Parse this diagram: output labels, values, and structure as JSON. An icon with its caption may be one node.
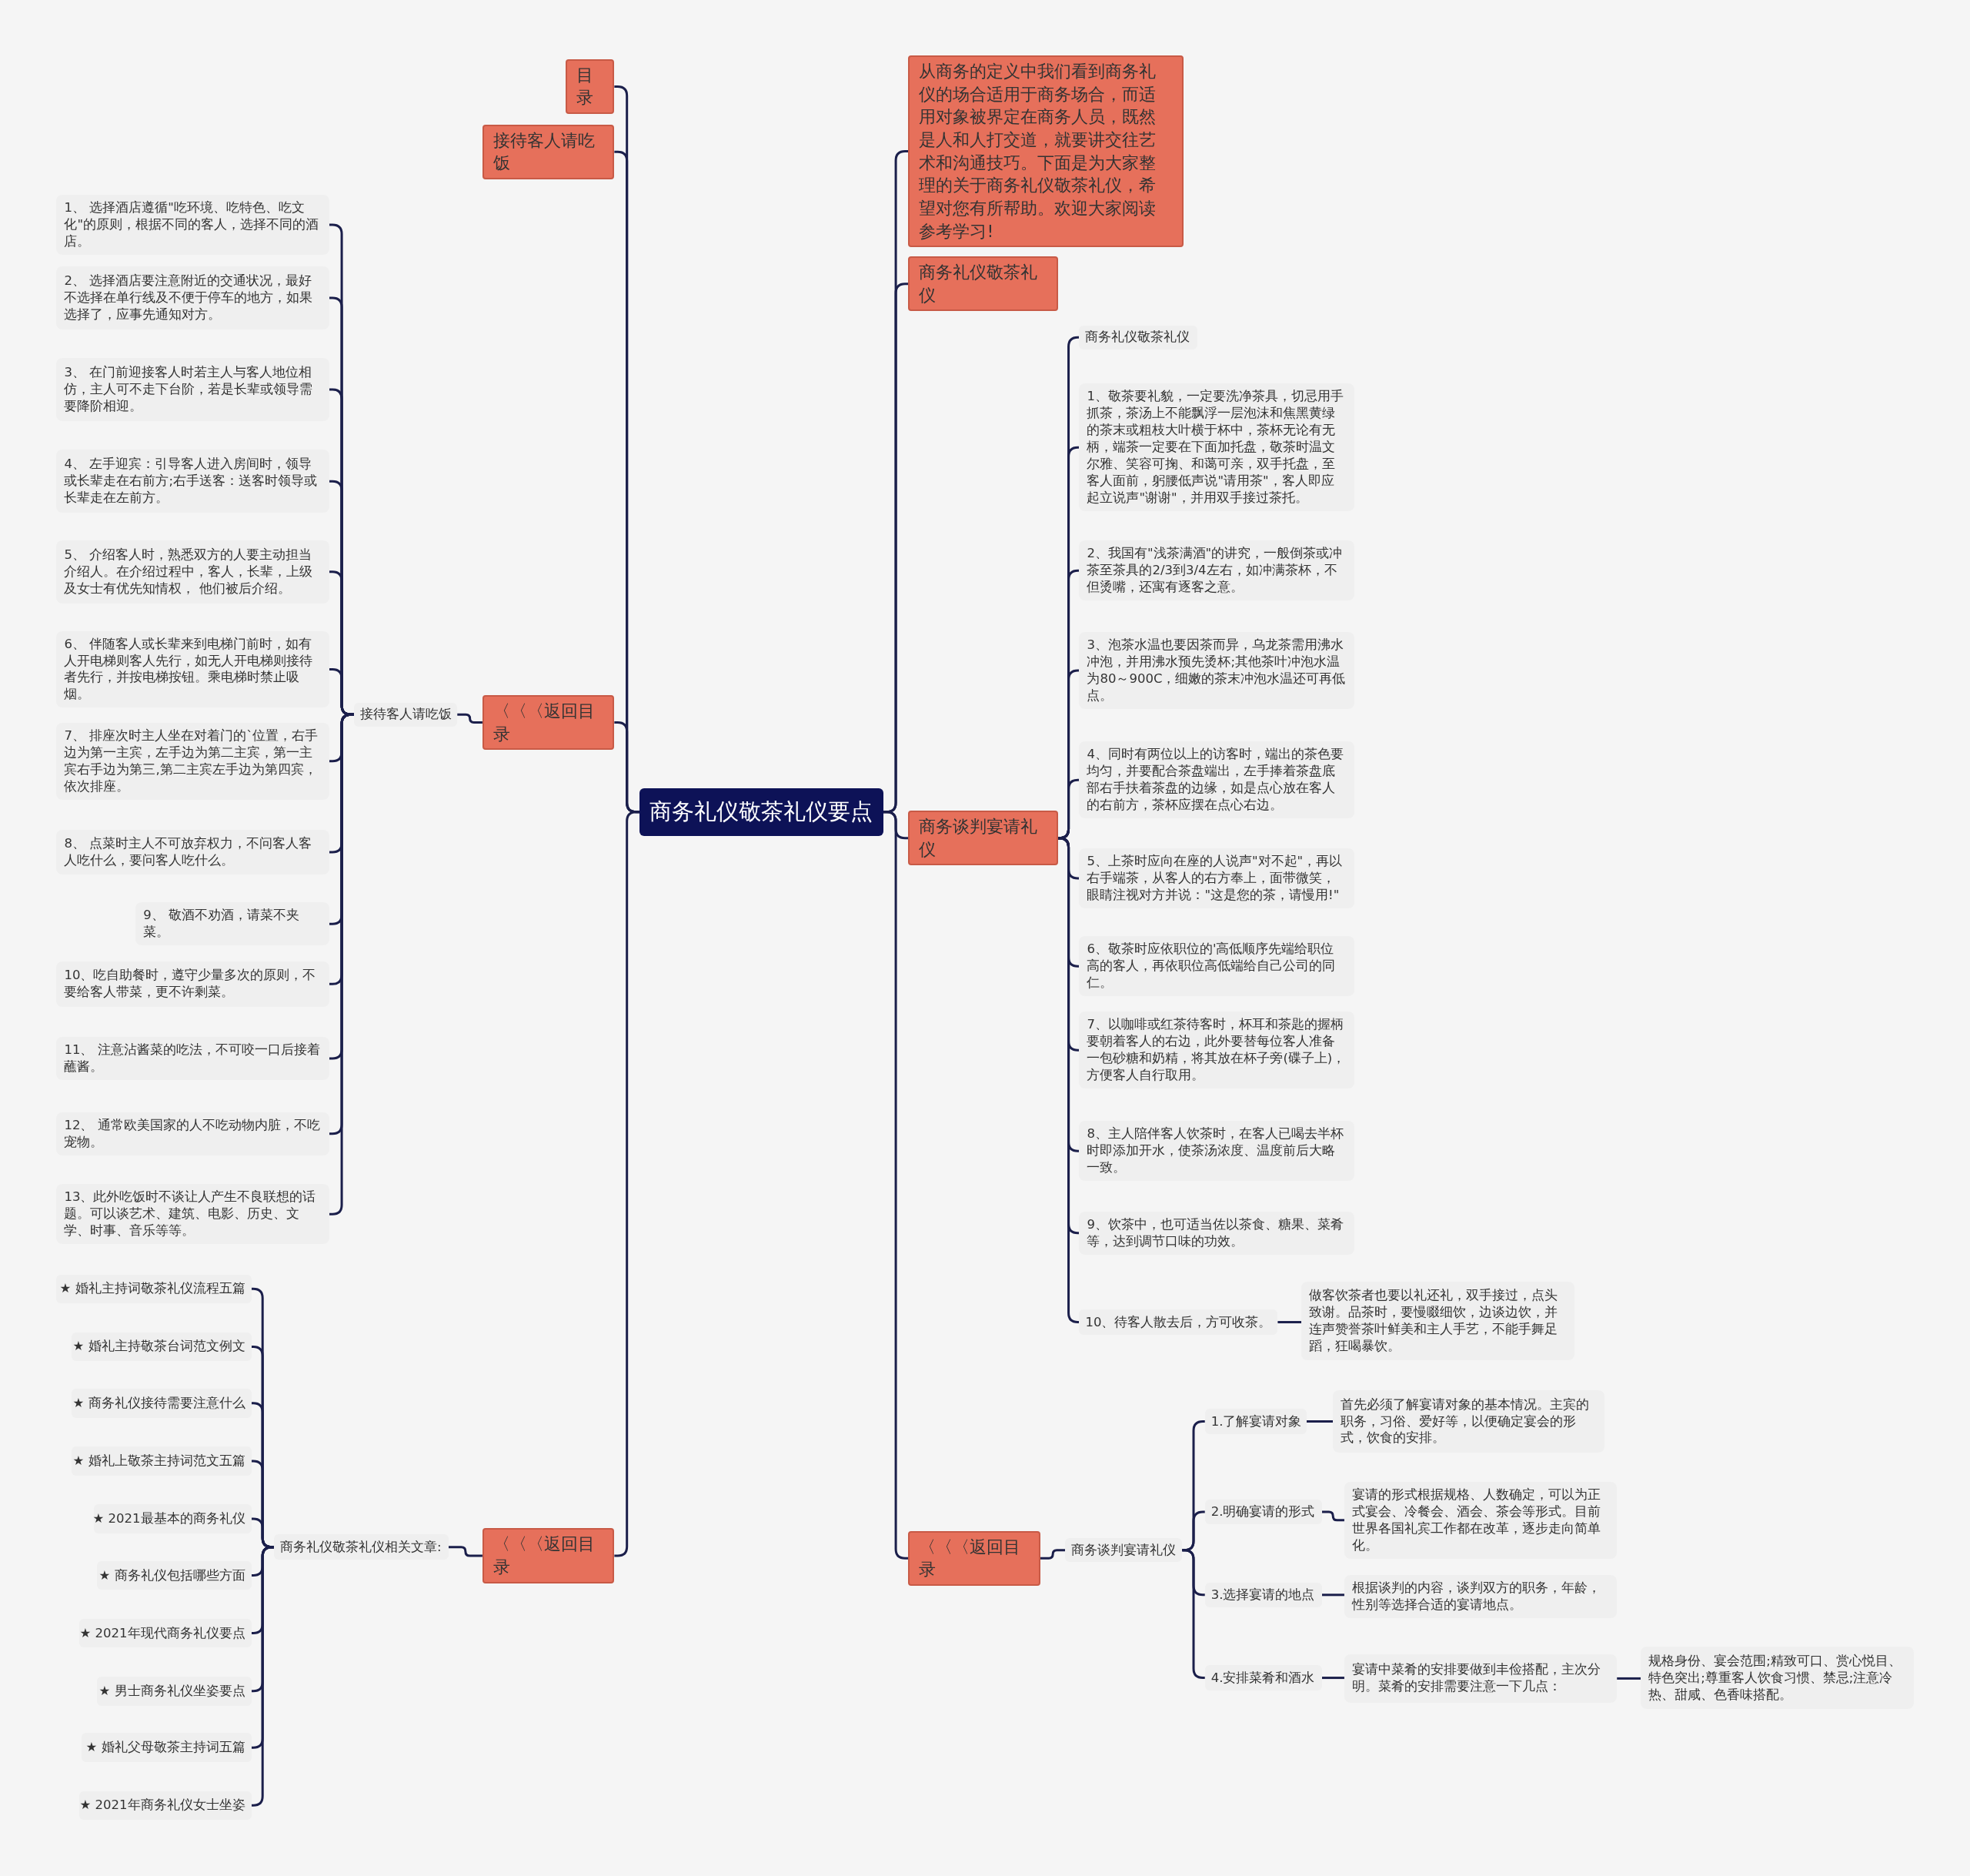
{
  "diagram": {
    "nodes": [
      {
        "text": [
          "商务礼仪敬茶礼仪要点"
        ]
      },
      {
        "text": [
          "目录"
        ]
      },
      {
        "text": [
          "接待客人请吃饭"
        ]
      },
      {
        "text": [
          "〈〈〈返回目录"
        ]
      },
      {
        "text": [
          "接待客人请吃饭"
        ]
      },
      {
        "text": [
          "1、 选择酒店遵循\"吃环境、吃特色、吃文化\"的原则，根据不同的客人，选择不同的酒店。"
        ]
      },
      {
        "text": [
          "2、 选择酒店要注意附近的交通状况，最好不选择在单行线及不便于停车的地方，如果选择了，应事先通知对方。"
        ]
      },
      {
        "text": [
          "3、 在门前迎接客人时若主人与客人地位相仿，主人可不走下台阶，若是长辈或领导需要降阶相迎。"
        ]
      },
      {
        "text": [
          "4、 左手迎宾：引导客人进入房间时，领导或长辈走在右前方;右手送客：送客时领导或长辈走在左前方。"
        ]
      },
      {
        "text": [
          "5、 介绍客人时，熟悉双方的人要主动担当介绍人。在介绍过程中，客人，长辈，上级及女士有优先知情权， 他们被后介绍。"
        ]
      },
      {
        "text": [
          "6、 伴随客人或长辈来到电梯门前时，如有人开电梯则客人先行，如无人开电梯则接待者先行，并按电梯按钮。乘电梯时禁止吸烟。"
        ]
      },
      {
        "text": [
          "7、 排座次时主人坐在对着门的`位置，右手边为第一主宾，左手边为第二主宾，第一主宾右手边为第三,第二主宾左手边为第四宾，依次排座。"
        ]
      },
      {
        "text": [
          "8、 点菜时主人不可放弃权力，不问客人客人吃什么，要问客人吃什么。"
        ]
      },
      {
        "text": [
          "9、 敬酒不劝酒，请菜不夹菜。"
        ]
      },
      {
        "text": [
          "10、吃自助餐时，遵守少量多次的原则，不要给客人带菜，更不许剩菜。"
        ]
      },
      {
        "text": [
          "11、 注意沾酱菜的吃法，不可咬一口后接着蘸酱。"
        ]
      },
      {
        "text": [
          "12、 通常欧美国家的人不吃动物内脏，不吃宠物。"
        ]
      },
      {
        "text": [
          "13、此外吃饭时不谈让人产生不良联想的话题。可以谈艺术、建筑、电影、历史、文学、时事、音乐等等。"
        ]
      },
      {
        "text": [
          "〈〈〈返回目录"
        ]
      },
      {
        "text": [
          "商务礼仪敬茶礼仪相关文章:"
        ]
      },
      {
        "text": [
          "★ 婚礼主持词敬茶礼仪流程五篇"
        ]
      },
      {
        "text": [
          "★ 婚礼主持敬茶台词范文例文"
        ]
      },
      {
        "text": [
          "★ 商务礼仪接待需要注意什么"
        ]
      },
      {
        "text": [
          "★ 婚礼上敬茶主持词范文五篇"
        ]
      },
      {
        "text": [
          "★ 2021最基本的商务礼仪"
        ]
      },
      {
        "text": [
          "★ 商务礼仪包括哪些方面"
        ]
      },
      {
        "text": [
          "★ 2021年现代商务礼仪要点"
        ]
      },
      {
        "text": [
          "★ 男士商务礼仪坐姿要点"
        ]
      },
      {
        "text": [
          "★ 婚礼父母敬茶主持词五篇"
        ]
      },
      {
        "text": [
          "★ 2021年商务礼仪女士坐姿"
        ]
      },
      {
        "text": [
          "从商务的定义中我们看到商务礼仪的场合适用于商务场合，而适用对象被界定在商务人员，既然是人和人打交道，就要讲交往艺术和沟通技巧。下面是为大家整理的关于商务礼仪敬茶礼仪，希望对您有所帮助。欢迎大家阅读参考学习!"
        ]
      },
      {
        "text": [
          "商务礼仪敬茶礼仪"
        ]
      },
      {
        "text": [
          "商务谈判宴请礼仪"
        ]
      },
      {
        "text": [
          "商务礼仪敬茶礼仪"
        ]
      },
      {
        "text": [
          "1、敬茶要礼貌，一定要洗净茶具，切忌用手抓茶，茶汤上不能飘浮一层泡沫和焦黑黄绿的茶末或粗枝大叶横于杯中，茶杯无论有无柄，端茶一定要在下面加托盘，敬茶时温文尔雅、笑容可掬、和蔼可亲，双手托盘，至客人面前，躬腰低声说\"请用茶\"，客人即应起立说声\"谢谢\"，并用双手接过茶托。"
        ]
      },
      {
        "text": [
          "2、我国有\"浅茶满酒\"的讲究，一般倒茶或冲茶至茶具的2/3到3/4左右，如冲满茶杯，不但烫嘴，还寓有逐客之意。"
        ]
      },
      {
        "text": [
          "3、泡茶水温也要因茶而异，乌龙茶需用沸水冲泡，并用沸水预先烫杯;其他茶叶冲泡水温为80～900C，细嫩的茶末冲泡水温还可再低点。"
        ]
      },
      {
        "text": [
          "4、同时有两位以上的访客时，端出的茶色要均匀，并要配合茶盘端出，左手捧着茶盘底部右手扶着茶盘的边缘，如是点心放在客人的右前方，茶杯应摆在点心右边。"
        ]
      },
      {
        "text": [
          "5、上茶时应向在座的人说声\"对不起\"，再以右手端茶，从客人的右方奉上，面带微笑，眼睛注视对方并说：\"这是您的茶，请慢用!\""
        ]
      },
      {
        "text": [
          "6、敬茶时应依职位的'高低顺序先端给职位高的客人，再依职位高低端给自己公司的同仁。"
        ]
      },
      {
        "text": [
          "7、以咖啡或红茶待客时，杯耳和茶匙的握柄要朝着客人的右边，此外要替每位客人准备一包砂糖和奶精，将其放在杯子旁(碟子上)，方便客人自行取用。"
        ]
      },
      {
        "text": [
          "8、主人陪伴客人饮茶时，在客人已喝去半杯时即添加开水，使茶汤浓度、温度前后大略一致。"
        ]
      },
      {
        "text": [
          "9、饮茶中，也可适当佐以茶食、糖果、菜肴等，达到调节口味的功效。"
        ]
      },
      {
        "text": [
          "10、待客人散去后，方可收茶。"
        ]
      },
      {
        "text": [
          "做客饮茶者也要以礼还礼，双手接过，点头致谢。品茶时，要慢啜细饮，边谈边饮，并连声赞誉茶叶鲜美和主人手艺，不能手舞足蹈，狂喝暴饮。"
        ]
      },
      {
        "text": [
          "〈〈〈返回目录"
        ]
      },
      {
        "text": [
          "商务谈判宴请礼仪"
        ]
      },
      {
        "text": [
          "1.了解宴请对象"
        ]
      },
      {
        "text": [
          "首先必须了解宴请对象的基本情况。主宾的职务，习俗、爱好等，以便确定宴会的形式，饮食的安排。"
        ]
      },
      {
        "text": [
          "2.明确宴请的形式"
        ]
      },
      {
        "text": [
          "宴请的形式根据规格、人数确定，可以为正式宴会、冷餐会、酒会、茶会等形式。目前世界各国礼宾工作都在改革，逐步走向简单化。"
        ]
      },
      {
        "text": [
          "3.选择宴请的地点"
        ]
      },
      {
        "text": [
          "根据谈判的内容，谈判双方的职务，年龄，性别等选择合适的宴请地点。"
        ]
      },
      {
        "text": [
          "4.安排菜肴和酒水"
        ]
      },
      {
        "text": [
          "宴请中菜肴的安排要做到丰俭搭配，主次分明。菜肴的安排需要注意一下几点："
        ]
      },
      {
        "text": [
          "规格身份、宴会范围;精致可口、赏心悦目、特色突出;尊重客人饮食习惯、禁忌;注意冷热、甜咸、色香味搭配。"
        ]
      }
    ],
    "edges": [
      {
        "from": 0,
        "to": 1,
        "arrow": "none"
      },
      {
        "from": 0,
        "to": 2,
        "arrow": "none"
      },
      {
        "from": 0,
        "to": 3,
        "arrow": "none"
      },
      {
        "from": 3,
        "to": 4,
        "arrow": "none"
      },
      {
        "from": 4,
        "to": 5,
        "arrow": "none"
      },
      {
        "from": 4,
        "to": 6,
        "arrow": "none"
      },
      {
        "from": 4,
        "to": 7,
        "arrow": "none"
      },
      {
        "from": 4,
        "to": 8,
        "arrow": "none"
      },
      {
        "from": 4,
        "to": 9,
        "arrow": "none"
      },
      {
        "from": 4,
        "to": 10,
        "arrow": "none"
      },
      {
        "from": 4,
        "to": 11,
        "arrow": "none"
      },
      {
        "from": 4,
        "to": 12,
        "arrow": "none"
      },
      {
        "from": 4,
        "to": 13,
        "arrow": "none"
      },
      {
        "from": 4,
        "to": 14,
        "arrow": "none"
      },
      {
        "from": 4,
        "to": 15,
        "arrow": "none"
      },
      {
        "from": 4,
        "to": 16,
        "arrow": "none"
      },
      {
        "from": 4,
        "to": 17,
        "arrow": "none"
      },
      {
        "from": 0,
        "to": 18,
        "arrow": "none"
      },
      {
        "from": 18,
        "to": 19,
        "arrow": "none"
      },
      {
        "from": 19,
        "to": 20,
        "arrow": "none"
      },
      {
        "from": 19,
        "to": 21,
        "arrow": "none"
      },
      {
        "from": 19,
        "to": 22,
        "arrow": "none"
      },
      {
        "from": 19,
        "to": 23,
        "arrow": "none"
      },
      {
        "from": 19,
        "to": 24,
        "arrow": "none"
      },
      {
        "from": 19,
        "to": 25,
        "arrow": "none"
      },
      {
        "from": 19,
        "to": 26,
        "arrow": "none"
      },
      {
        "from": 19,
        "to": 27,
        "arrow": "none"
      },
      {
        "from": 19,
        "to": 28,
        "arrow": "none"
      },
      {
        "from": 19,
        "to": 29,
        "arrow": "none"
      },
      {
        "from": 0,
        "to": 30,
        "arrow": "none"
      },
      {
        "from": 0,
        "to": 31,
        "arrow": "none"
      },
      {
        "from": 0,
        "to": 32,
        "arrow": "none"
      },
      {
        "from": 32,
        "to": 33,
        "arrow": "none"
      },
      {
        "from": 32,
        "to": 34,
        "arrow": "none"
      },
      {
        "from": 32,
        "to": 35,
        "arrow": "none"
      },
      {
        "from": 32,
        "to": 36,
        "arrow": "none"
      },
      {
        "from": 32,
        "to": 37,
        "arrow": "none"
      },
      {
        "from": 32,
        "to": 38,
        "arrow": "none"
      },
      {
        "from": 32,
        "to": 39,
        "arrow": "none"
      },
      {
        "from": 32,
        "to": 40,
        "arrow": "none"
      },
      {
        "from": 32,
        "to": 41,
        "arrow": "none"
      },
      {
        "from": 32,
        "to": 42,
        "arrow": "none"
      },
      {
        "from": 32,
        "to": 43,
        "arrow": "none"
      },
      {
        "from": 43,
        "to": 44,
        "arrow": "none"
      },
      {
        "from": 0,
        "to": 45,
        "arrow": "none"
      },
      {
        "from": 45,
        "to": 46,
        "arrow": "none"
      },
      {
        "from": 46,
        "to": 47,
        "arrow": "none"
      },
      {
        "from": 47,
        "to": 48,
        "arrow": "none"
      },
      {
        "from": 46,
        "to": 49,
        "arrow": "none"
      },
      {
        "from": 49,
        "to": 50,
        "arrow": "none"
      },
      {
        "from": 46,
        "to": 51,
        "arrow": "none"
      },
      {
        "from": 51,
        "to": 52,
        "arrow": "none"
      },
      {
        "from": 46,
        "to": 53,
        "arrow": "none"
      },
      {
        "from": 53,
        "to": 54,
        "arrow": "none"
      },
      {
        "from": 54,
        "to": 55,
        "arrow": "none"
      }
    ]
  }
}
